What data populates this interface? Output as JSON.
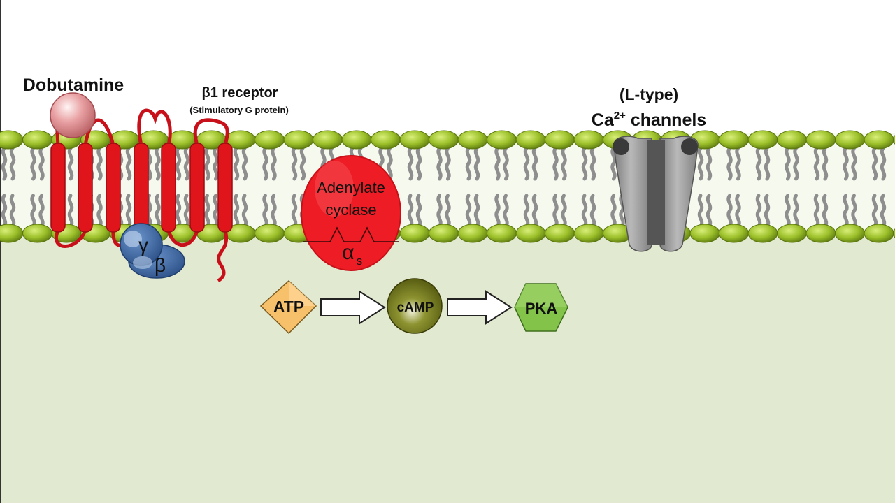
{
  "labels": {
    "ligand": "Dobutamine",
    "receptor": "β1 receptor",
    "receptor_sub": "(Stimulatory G protein)",
    "channel_line1": "(L-type)",
    "channel_ca": "Ca",
    "channel_sup": "2+",
    "channel_rest": " channels",
    "enzyme_line1": "Adenylate",
    "enzyme_line2": "cyclase",
    "alpha": "α",
    "alpha_sub": "s",
    "gamma": "γ",
    "beta": "β",
    "atp": "ATP",
    "camp": "cAMP",
    "pka": "PKA"
  },
  "colors": {
    "background": "#ffffff",
    "cytoplasm": "#e2e9d1",
    "extracellular_band": "#f6f9ee",
    "phospholipid_head": "#9cc02a",
    "phospholipid_tail": "#8e8e8e",
    "receptor": "#e0141b",
    "enzyme": "#ee1c24",
    "g_protein": "#3d6aa3",
    "channel": "#909090",
    "atp": "#f7c06b",
    "camp": "#5a5f10",
    "pka": "#83c34a",
    "ligand": "#e8a0a2"
  }
}
